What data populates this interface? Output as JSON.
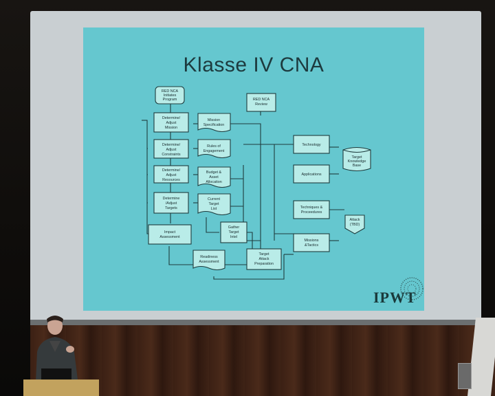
{
  "slide": {
    "title": "Klasse IV CNA",
    "logo_text": "IPWT",
    "nodes": {
      "red_nca_initiates": [
        "RED NCA",
        "Initiates",
        "Program"
      ],
      "adjust_mission": [
        "Determine/",
        "Adjust",
        "Mission"
      ],
      "mission_spec": [
        "Mission",
        "Specification"
      ],
      "red_nca_review": [
        "RED NCA",
        "Review"
      ],
      "adjust_constraints": [
        "Determine/",
        "Adjust",
        "Constraints"
      ],
      "roe": [
        "Rules of",
        "Engagement"
      ],
      "technology": [
        "Technology"
      ],
      "target_kb": [
        "Target",
        "Knowledge",
        "Base"
      ],
      "adjust_resources": [
        "Determine/",
        "Adjust",
        "Resources"
      ],
      "budget": [
        "Budget &",
        "Asset",
        "Allocation"
      ],
      "applications": [
        "Applications"
      ],
      "adjust_targets": [
        "Determine",
        "/Adjust",
        "Targets"
      ],
      "current_target": [
        "Current",
        "Target",
        "List"
      ],
      "techniques": [
        "Techniques &",
        "Proceedures"
      ],
      "attack_tbd": [
        "Attack",
        "(TBD)"
      ],
      "impact": [
        "Impact",
        "Assessment"
      ],
      "gather_intel": [
        "Gather",
        "Target",
        "Intel"
      ],
      "missions_tactics": [
        "Missions",
        "&Tactics"
      ],
      "readiness": [
        "Readiness",
        "Assessment"
      ],
      "target_attack_prep": [
        "Target",
        "Attack",
        "Preparation"
      ]
    }
  },
  "colors": {
    "slide_bg": "#65c7cf",
    "box_fill": "#b9ece8",
    "stroke": "#1e3b3d",
    "stage_wood": "#3b2014"
  }
}
